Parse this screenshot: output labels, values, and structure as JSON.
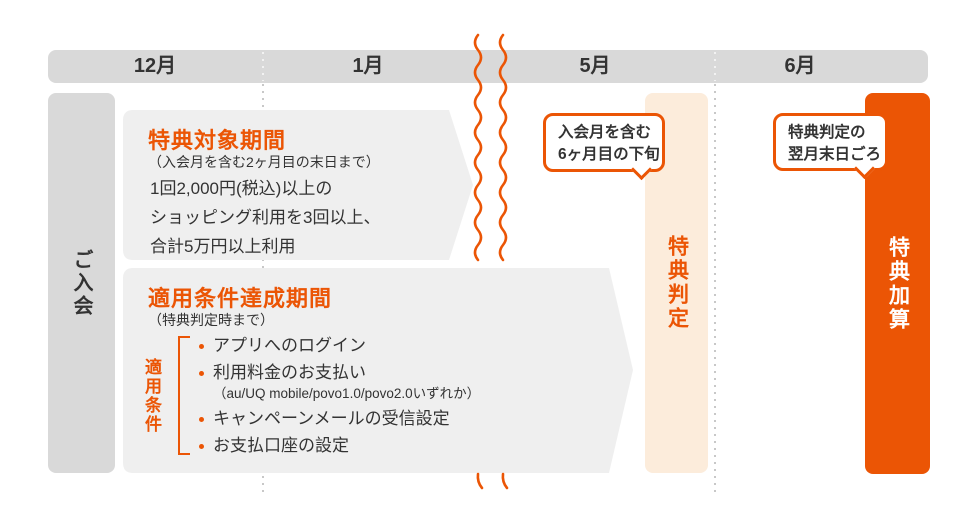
{
  "colors": {
    "orange": "#EB5505",
    "peach": "#FCECDB",
    "box_gray": "#EFEFEF",
    "bar_gray": "#D9D9D9",
    "text_dark": "#333333",
    "dot_gray": "#C8C8C8"
  },
  "timeline": {
    "months": [
      "12月",
      "1月",
      "5月",
      "6月"
    ]
  },
  "entry_bar": {
    "label": "ご入会"
  },
  "box1": {
    "title": "特典対象期間",
    "subtitle": "（入会月を含む2ヶ月目の末日まで）",
    "lines": [
      "1回2,000円(税込)以上の",
      "ショッピング利用を3回以上、",
      "合計5万円以上利用"
    ]
  },
  "box2": {
    "title": "適用条件達成期間",
    "subtitle": "（特典判定時まで）",
    "side_label": "適用条件",
    "bullets": [
      {
        "text": "アプリへのログイン"
      },
      {
        "text": "利用料金のお支払い",
        "note": "（au/UQ mobile/povo1.0/povo2.0いずれか）"
      },
      {
        "text": "キャンペーンメールの受信設定"
      },
      {
        "text": "お支払口座の設定"
      }
    ]
  },
  "bubble1": {
    "line1": "入会月を含む",
    "line2": "6ヶ月目の下旬"
  },
  "bubble2": {
    "line1": "特典判定の",
    "line2": "翌月末日ごろ"
  },
  "judge_bar": {
    "label": "特典判定"
  },
  "grant_bar": {
    "label": "特典加算"
  }
}
